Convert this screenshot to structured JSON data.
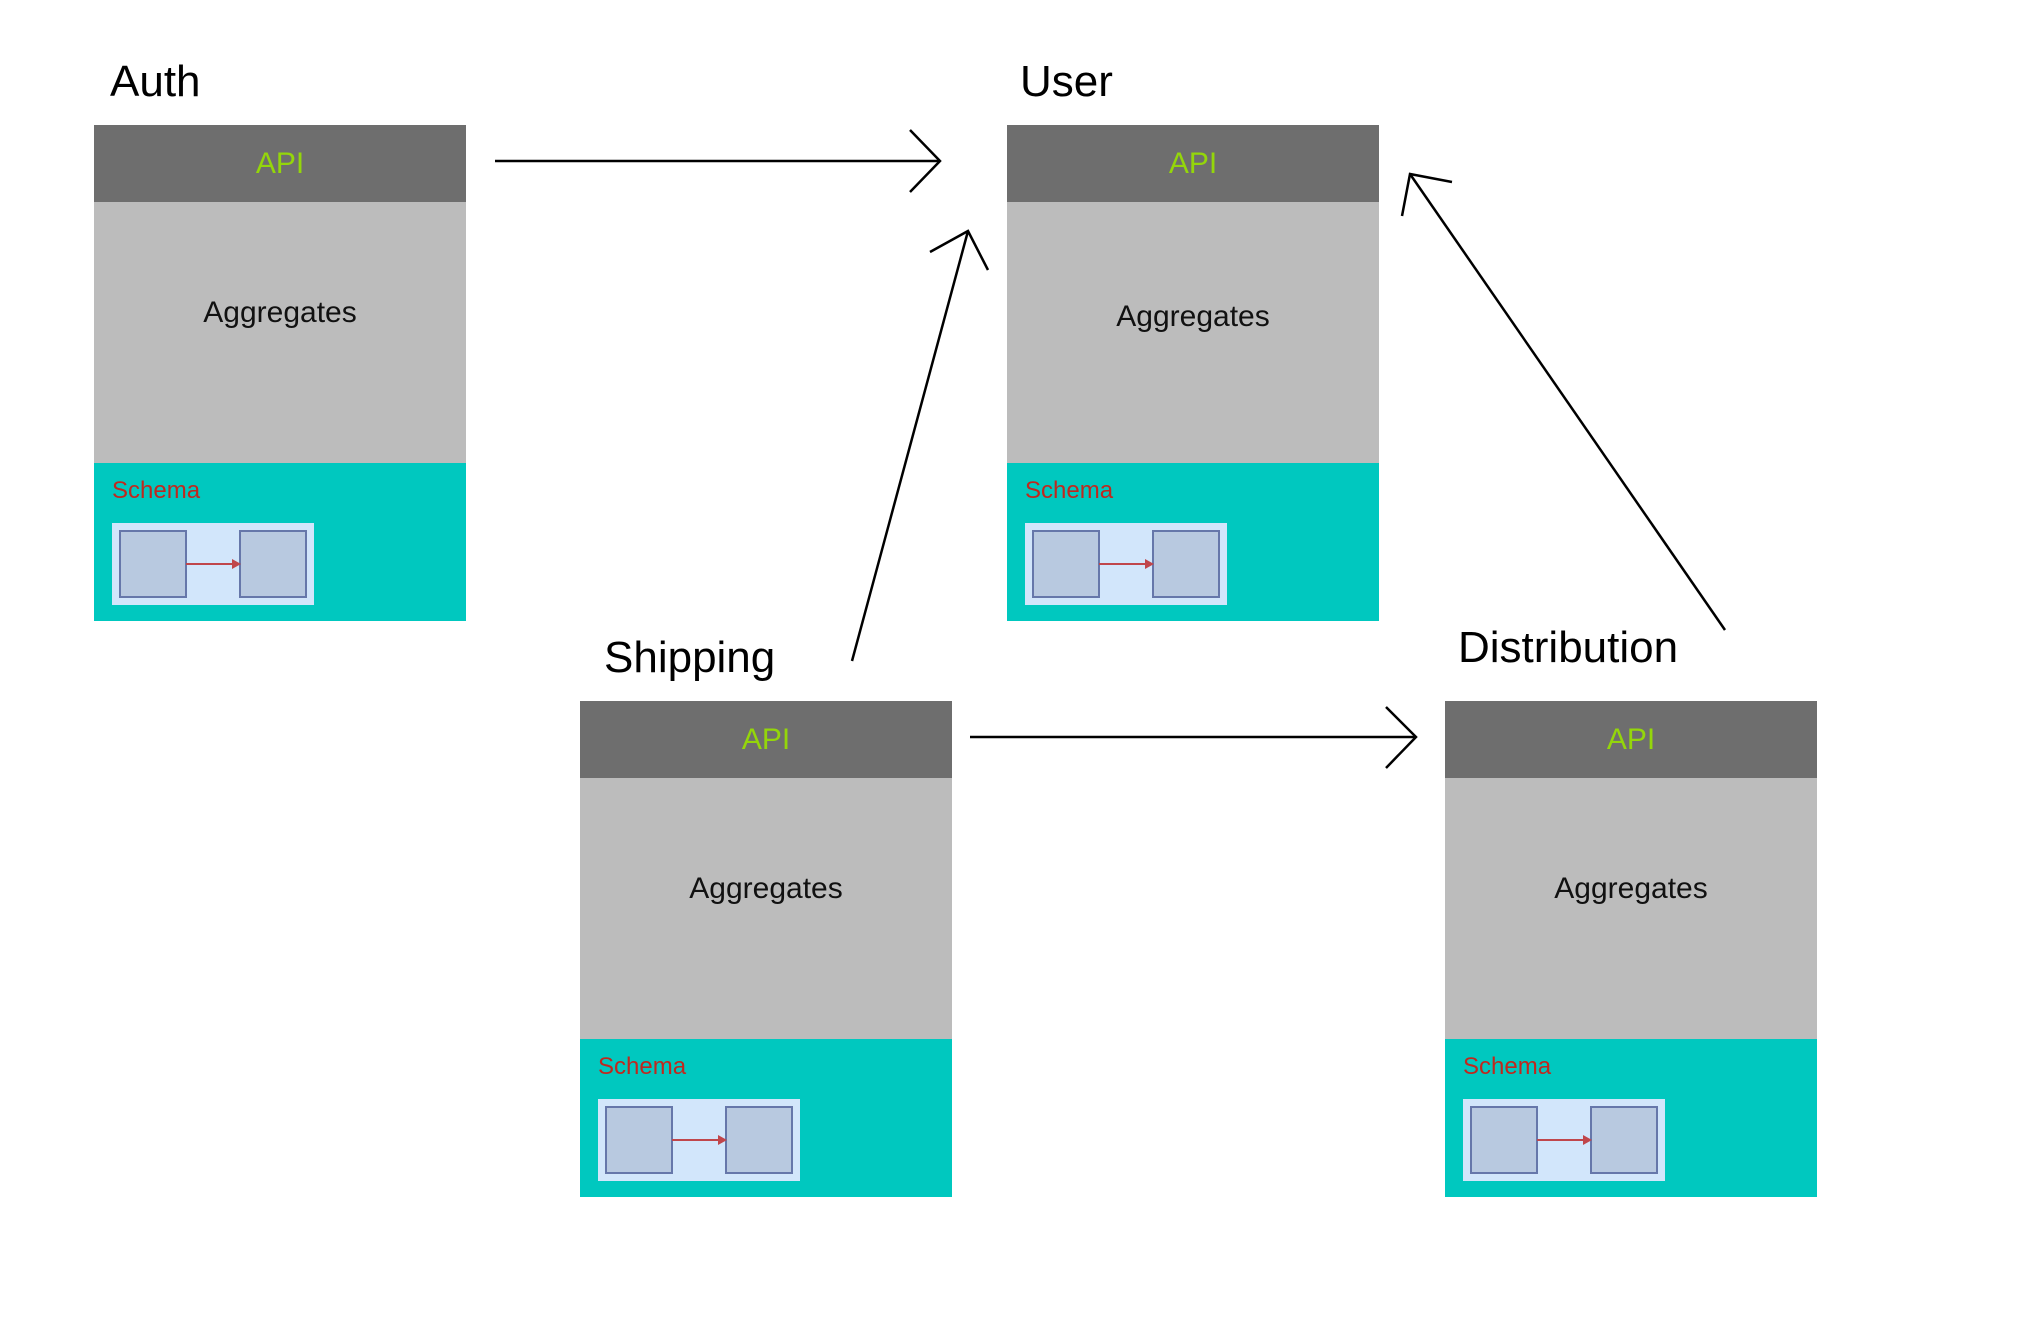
{
  "colors": {
    "api_bg": "#6e6e6e",
    "api_text": "#94d60a",
    "aggregates_bg": "#bcbcbc",
    "schema_bg": "#00c8bf",
    "schema_text": "#c0281e",
    "schema_fig_bg": "#d2e6fb",
    "schema_box": "#b8c9e0",
    "schema_box_border": "#6677aa",
    "schema_arrow": "#c0464b",
    "arrow": "#000000"
  },
  "services": {
    "auth": {
      "title": "Auth",
      "api": "API",
      "aggregates": "Aggregates",
      "schema": "Schema"
    },
    "user": {
      "title": "User",
      "api": "API",
      "aggregates": "Aggregates",
      "schema": "Schema"
    },
    "shipping": {
      "title": "Shipping",
      "api": "API",
      "aggregates": "Aggregates",
      "schema": "Schema"
    },
    "distribution": {
      "title": "Distribution",
      "api": "API",
      "aggregates": "Aggregates",
      "schema": "Schema"
    }
  },
  "edges": [
    {
      "from": "Auth",
      "to": "User"
    },
    {
      "from": "Shipping",
      "to": "User"
    },
    {
      "from": "Distribution",
      "to": "User"
    },
    {
      "from": "Shipping",
      "to": "Distribution"
    }
  ]
}
